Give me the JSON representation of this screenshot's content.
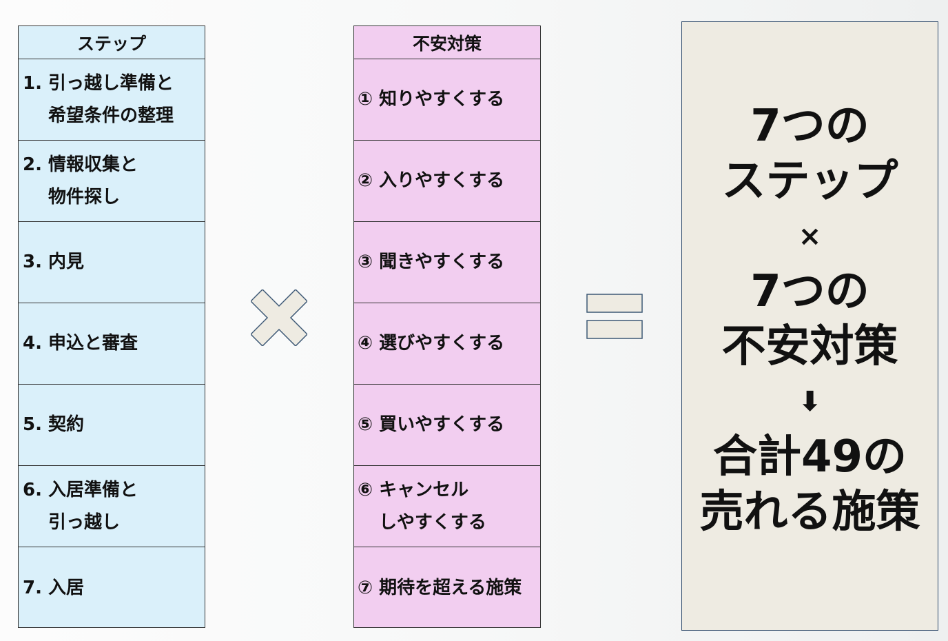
{
  "steps": {
    "header": "ステップ",
    "items": [
      {
        "num": "1. ",
        "lines": [
          "引っ越し準備と",
          "希望条件の整理"
        ]
      },
      {
        "num": "2. ",
        "lines": [
          "情報収集と",
          "物件探し"
        ]
      },
      {
        "num": "3. ",
        "lines": [
          "内見"
        ]
      },
      {
        "num": "4. ",
        "lines": [
          "申込と審査"
        ]
      },
      {
        "num": "5. ",
        "lines": [
          "契約"
        ]
      },
      {
        "num": "6. ",
        "lines": [
          "入居準備と",
          "引っ越し"
        ]
      },
      {
        "num": "7. ",
        "lines": [
          "入居"
        ]
      }
    ]
  },
  "measures": {
    "header": "不安対策",
    "items": [
      {
        "num": "① ",
        "lines": [
          "知りやすくする"
        ]
      },
      {
        "num": "② ",
        "lines": [
          "入りやすくする"
        ]
      },
      {
        "num": "③ ",
        "lines": [
          "聞きやすくする"
        ]
      },
      {
        "num": "④ ",
        "lines": [
          "選びやすくする"
        ]
      },
      {
        "num": "⑤ ",
        "lines": [
          "買いやすくする"
        ]
      },
      {
        "num": "⑥ ",
        "lines": [
          "キャンセル",
          "しやすくする"
        ]
      },
      {
        "num": "⑦ ",
        "lines": [
          "期待を超える施策"
        ]
      }
    ]
  },
  "result": {
    "line1": "7つの",
    "line2": "ステップ",
    "times": "×",
    "line3": "7つの",
    "line4": "不安対策",
    "arrow": "⬇",
    "line5": "合計49の",
    "line6": "売れる施策"
  },
  "colors": {
    "steps_fill": "#daf0fa",
    "measures_fill": "#f2cef0",
    "result_fill": "#eeebe2",
    "operator_fill": "#eeebe2",
    "operator_stroke": "#3d5875"
  }
}
